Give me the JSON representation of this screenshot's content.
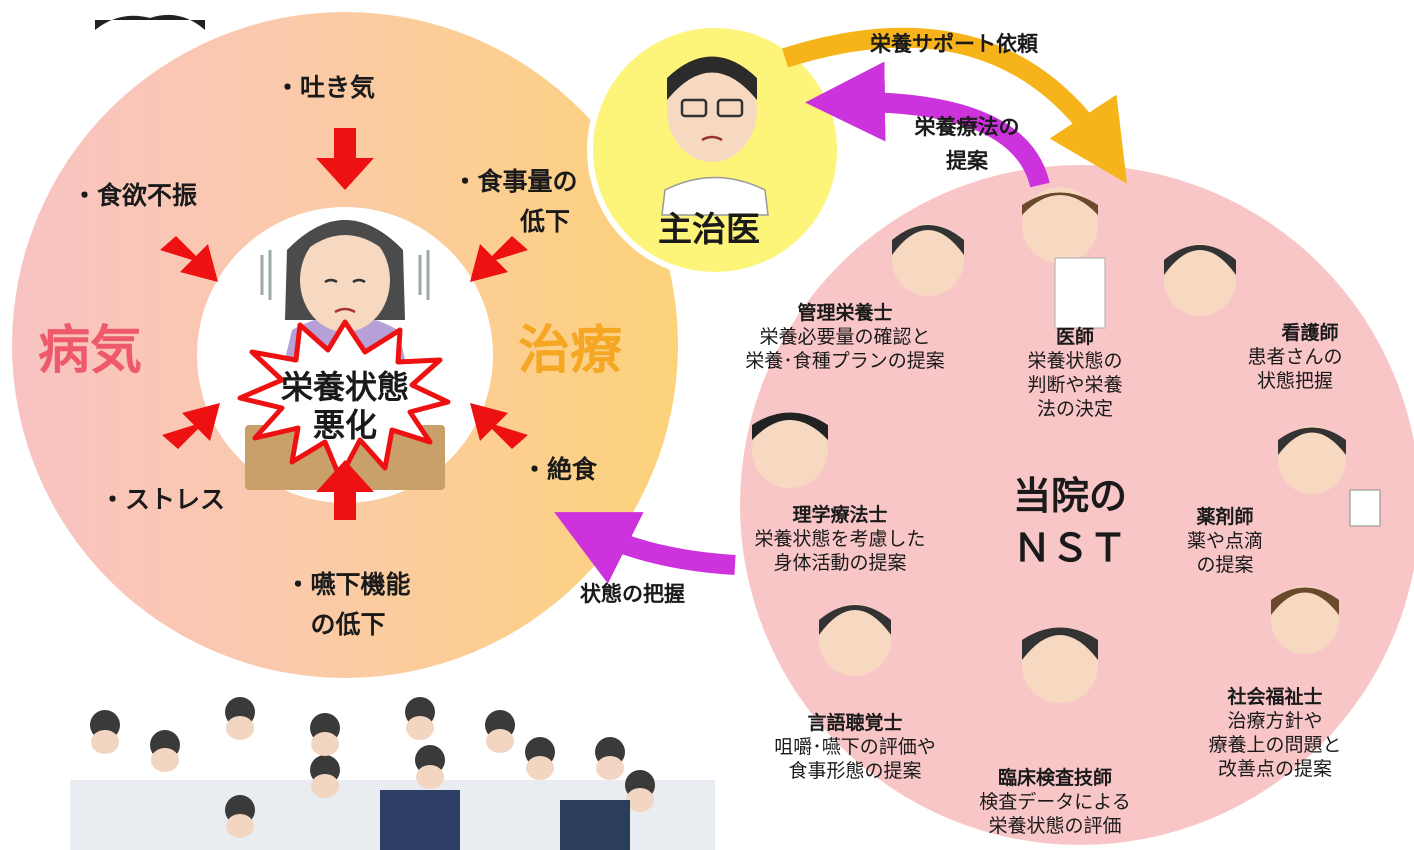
{
  "left_circle": {
    "left_label": "病気",
    "right_label": "治療",
    "factors": {
      "nausea": "・吐き気",
      "appetite": "・食欲不振",
      "intake": [
        "・食事量の",
        "低下"
      ],
      "stress": "・ストレス",
      "fasting": "・絶食",
      "swallow": [
        "・嚥下機能",
        "の低下"
      ]
    },
    "center_burst": [
      "栄養状態",
      "悪化"
    ]
  },
  "doctor_circle": {
    "label": "主治医"
  },
  "arrows": {
    "request": "栄養サポート依頼",
    "proposal": [
      "栄養療法の",
      "提案"
    ],
    "status": "状態の把握"
  },
  "nst": {
    "title": [
      "当院の",
      "ＮＳＴ"
    ],
    "roles": [
      {
        "name": "管理栄養士",
        "desc": [
          "栄養必要量の確認と",
          "栄養･食種プランの提案"
        ]
      },
      {
        "name": "医師",
        "desc": [
          "栄養状態の",
          "判断や栄養",
          "法の決定"
        ]
      },
      {
        "name": "看護師",
        "desc": [
          "患者さんの",
          "状態把握"
        ]
      },
      {
        "name": "理学療法士",
        "desc": [
          "栄養状態を考慮した",
          "身体活動の提案"
        ]
      },
      {
        "name": "薬剤師",
        "desc": [
          "薬や点滴",
          "の提案"
        ]
      },
      {
        "name": "言語聴覚士",
        "desc": [
          "咀嚼･嚥下の評価や",
          "食事形態の提案"
        ]
      },
      {
        "name": "臨床検査技師",
        "desc": [
          "検査データによる",
          "栄養状態の評価"
        ]
      },
      {
        "name": "社会福祉士",
        "desc": [
          "治療方針や",
          "療養上の問題と",
          "改善点の提案"
        ]
      }
    ]
  },
  "colors": {
    "disease_pink": "#f8c3c3",
    "treatment_orange": "#fcd27a",
    "doctor_yellow": "#fdf47a",
    "nst_pink": "#f9c6c8",
    "red_arrow": "#ee1111",
    "purple_arrow": "#cc33dd",
    "gold_arrow": "#f6b41a"
  }
}
